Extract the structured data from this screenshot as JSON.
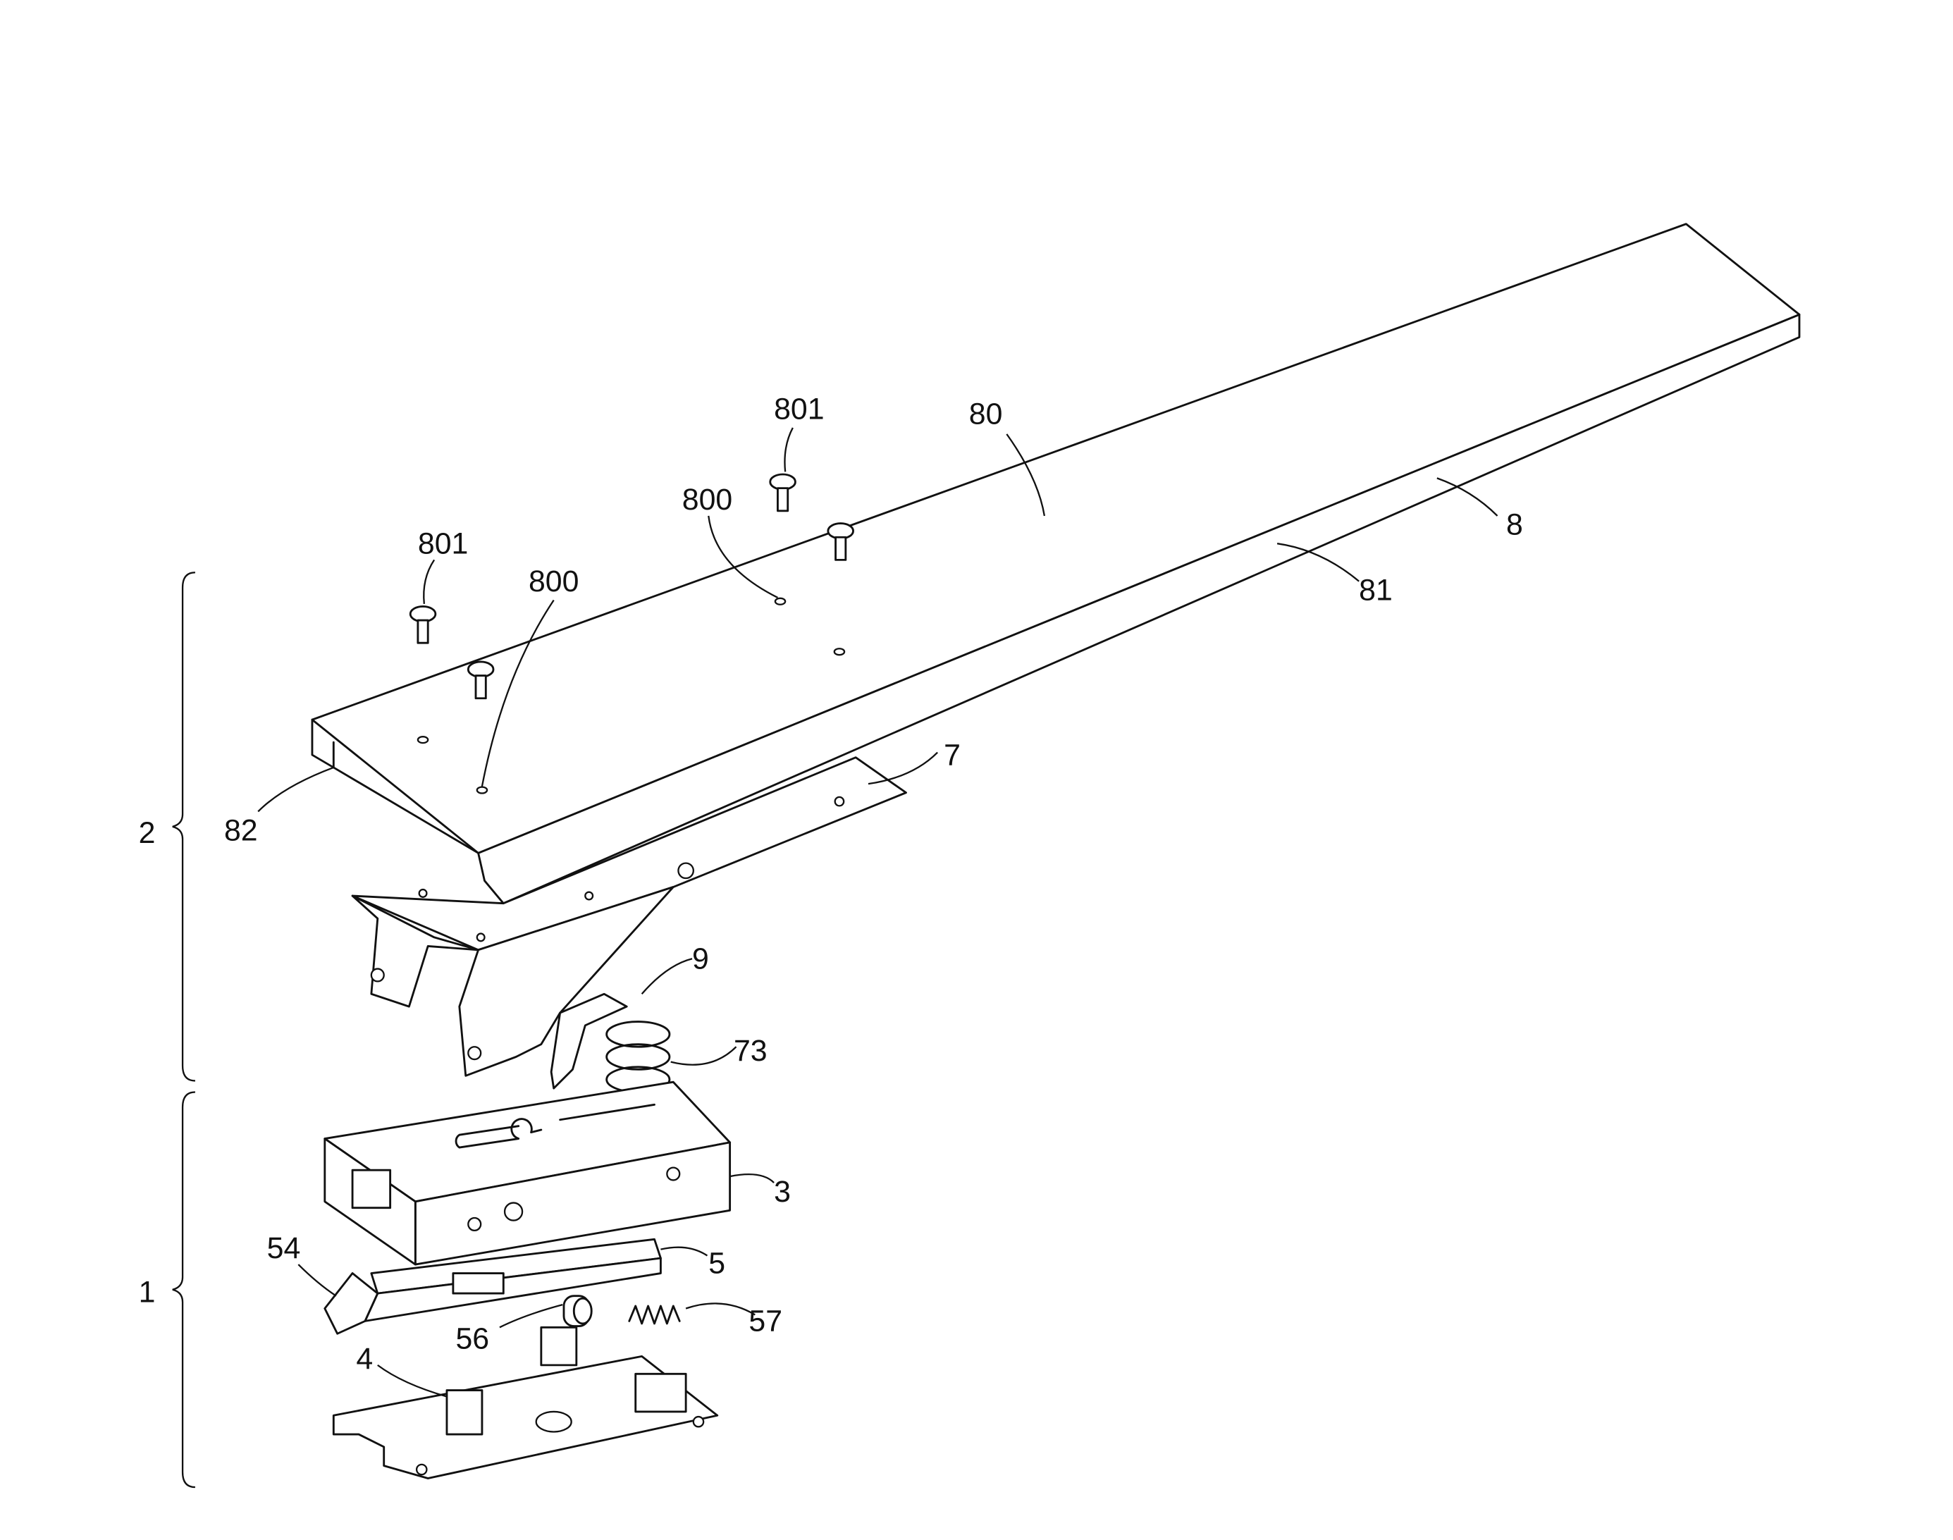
{
  "figure": {
    "labels": [
      {
        "id": "screw-a",
        "text": "801"
      },
      {
        "id": "screw-b",
        "text": "801"
      },
      {
        "id": "top-surface",
        "text": "80"
      },
      {
        "id": "hole-a",
        "text": "800"
      },
      {
        "id": "hole-b",
        "text": "800"
      },
      {
        "id": "rail",
        "text": "8"
      },
      {
        "id": "channel",
        "text": "81"
      },
      {
        "id": "end-flange",
        "text": "82"
      },
      {
        "id": "bracket",
        "text": "7"
      },
      {
        "id": "upper-assembly",
        "text": "2"
      },
      {
        "id": "latch",
        "text": "9"
      },
      {
        "id": "large-spring",
        "text": "73"
      },
      {
        "id": "housing",
        "text": "3"
      },
      {
        "id": "slider-end",
        "text": "54"
      },
      {
        "id": "slider",
        "text": "5"
      },
      {
        "id": "lower-assembly",
        "text": "1"
      },
      {
        "id": "roller",
        "text": "56"
      },
      {
        "id": "small-spring",
        "text": "57"
      },
      {
        "id": "base-plate",
        "text": "4"
      }
    ]
  }
}
